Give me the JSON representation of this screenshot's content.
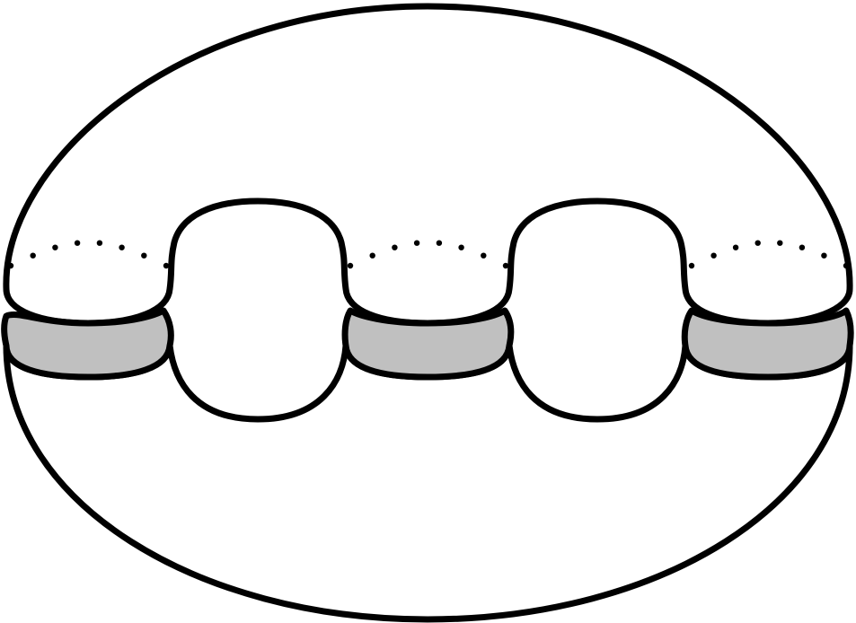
{
  "diagram": {
    "kind": "genus-2 surface split along three circles",
    "colors": {
      "background": "#ffffff",
      "stroke": "#000000",
      "band_fill": "#c0c0c0"
    },
    "cut_circles": 3,
    "holes": 2
  }
}
